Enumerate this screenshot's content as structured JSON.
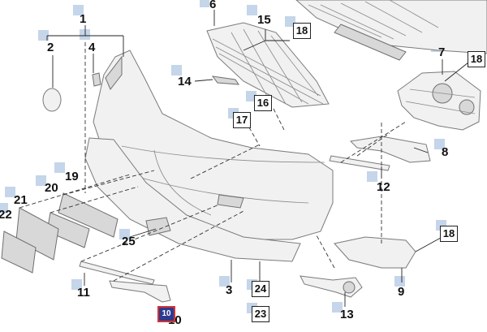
{
  "callouts": {
    "c1": "1",
    "c2": "2",
    "c3": "3",
    "c4": "4",
    "c6": "6",
    "c7": "7",
    "c8": "8",
    "c9": "9",
    "c10": "10",
    "c11": "11",
    "c12": "12",
    "c13": "13",
    "c14": "14",
    "c15": "15",
    "c16": "16",
    "c17": "17",
    "c18a": "18",
    "c18b": "18",
    "c18c": "18",
    "c19": "19",
    "c20": "20",
    "c21": "21",
    "c22": "22",
    "c23": "23",
    "c24": "24",
    "c25": "25"
  },
  "highlight_label": "10",
  "colors": {
    "marker": "#c5d5ea",
    "highlight_bg": "#2d3b8f",
    "highlight_border": "#d33333"
  }
}
